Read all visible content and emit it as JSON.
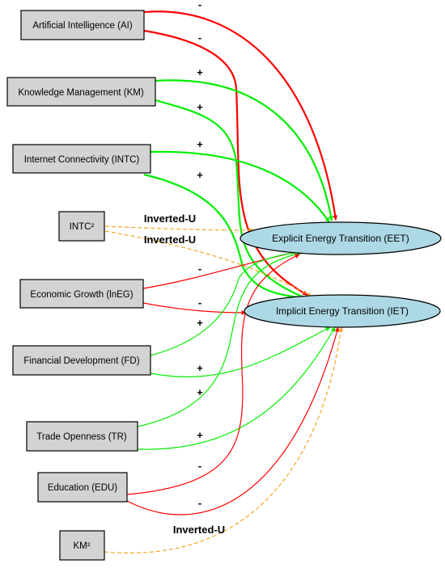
{
  "colors": {
    "negative": "#ff0000",
    "positive": "#00ee00",
    "nonlinear": "#f5a623"
  },
  "sources": {
    "ai": "Artificial Intelligence (AI)",
    "km": "Knowledge Management (KM)",
    "intc": "Internet Connectivity (INTC)",
    "intc2": "INTC²",
    "ineg": "Economic Growth (lnEG)",
    "fd": "Financial Development (FD)",
    "tr": "Trade Openness (TR)",
    "edu": "Education (EDU)",
    "km2": "KM²"
  },
  "targets": {
    "eet": "Explicit Energy Transition (EET)",
    "iet": "Implicit Energy Transition (IET)"
  },
  "edges": [
    {
      "id": "ai-eet",
      "from": "ai",
      "to": "eet",
      "label": "-",
      "sign": "negative"
    },
    {
      "id": "ai-iet",
      "from": "ai",
      "to": "iet",
      "label": "-",
      "sign": "negative"
    },
    {
      "id": "km-eet",
      "from": "km",
      "to": "eet",
      "label": "+",
      "sign": "positive"
    },
    {
      "id": "km-iet",
      "from": "km",
      "to": "iet",
      "label": "+",
      "sign": "positive"
    },
    {
      "id": "intc-eet",
      "from": "intc",
      "to": "eet",
      "label": "+",
      "sign": "positive"
    },
    {
      "id": "intc-iet",
      "from": "intc",
      "to": "iet",
      "label": "+",
      "sign": "positive"
    },
    {
      "id": "intc2-eet",
      "from": "intc2",
      "to": "eet",
      "label": "Inverted-U",
      "sign": "nonlinear"
    },
    {
      "id": "intc2-iet",
      "from": "intc2",
      "to": "iet",
      "label": "Inverted-U",
      "sign": "nonlinear"
    },
    {
      "id": "ineg-eet",
      "from": "ineg",
      "to": "eet",
      "label": "-",
      "sign": "negative"
    },
    {
      "id": "ineg-iet",
      "from": "ineg",
      "to": "iet",
      "label": "-",
      "sign": "negative"
    },
    {
      "id": "fd-eet",
      "from": "fd",
      "to": "eet",
      "label": "+",
      "sign": "positive"
    },
    {
      "id": "fd-iet",
      "from": "fd",
      "to": "iet",
      "label": "+",
      "sign": "positive"
    },
    {
      "id": "tr-eet",
      "from": "tr",
      "to": "eet",
      "label": "+",
      "sign": "positive"
    },
    {
      "id": "tr-iet",
      "from": "tr",
      "to": "iet",
      "label": "+",
      "sign": "positive"
    },
    {
      "id": "edu-eet",
      "from": "edu",
      "to": "eet",
      "label": "-",
      "sign": "negative"
    },
    {
      "id": "edu-iet",
      "from": "edu",
      "to": "iet",
      "label": "-",
      "sign": "negative"
    },
    {
      "id": "km2-iet",
      "from": "km2",
      "to": "iet",
      "label": "Inverted-U",
      "sign": "nonlinear"
    }
  ]
}
